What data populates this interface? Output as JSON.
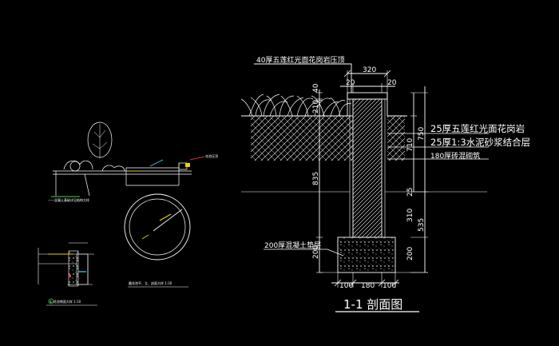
{
  "colors": {
    "background": "#000000",
    "line": "#ffffff",
    "accent": "#e8d400",
    "cyan": "#39d6ff",
    "green": "#4fd04f",
    "red": "#ff3b3b"
  },
  "section": {
    "title": "1-1 剖面图",
    "notes": {
      "top": "40厚五莲红光面花岗岩压顶",
      "finish": "25厚五莲红光面花岗岩",
      "mortar": "25厚1:3水泥砂浆结合层",
      "brick": "180厚砖混砌筑",
      "footing": "200厚混凝土垫层"
    },
    "dims": {
      "top_width": "320",
      "inset_left": "20",
      "inset_right": "20",
      "cap_40": "40",
      "h_210": "210",
      "h_835": "835",
      "h_200_left": "200",
      "h_710": "710",
      "h_750": "750",
      "h_25": "25",
      "h_310": "310",
      "h_535": "535",
      "h_200_right": "200",
      "base_100_left": "100",
      "base_180": "180",
      "base_100_right": "100"
    }
  },
  "small_details": {
    "caption_left": "① 花池侧面大样 1:10",
    "caption_right": "圆花池平、立、剖面大样 1:30",
    "note_green": "——混凝土基础详见结构大样",
    "note_arrow": "花池压顶"
  }
}
